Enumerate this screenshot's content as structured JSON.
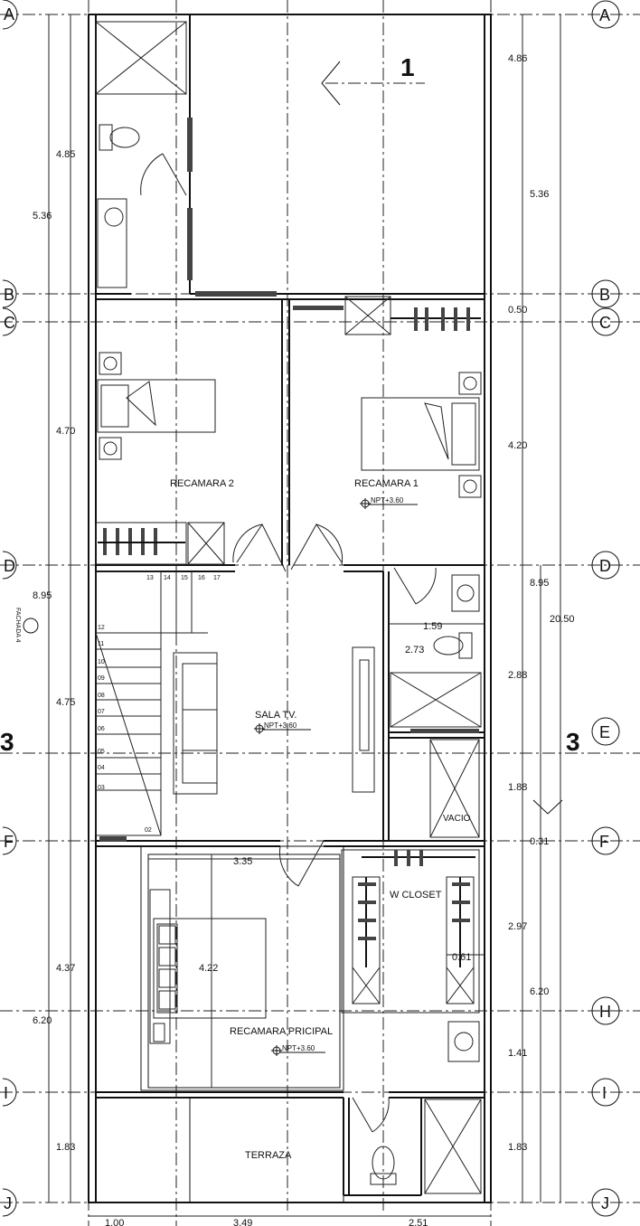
{
  "axes_letters": [
    "A",
    "B",
    "C",
    "D",
    "E",
    "F",
    "H",
    "I",
    "J"
  ],
  "section_mark": {
    "label_1": "1",
    "label_3": "3"
  },
  "rooms": {
    "recamara_2": "RECAMARA  2",
    "recamara_1": "RECAMARA  1",
    "sala_tv": "SALA  TV.",
    "vacio": "VACIO",
    "w_closet": "W  CLOSET",
    "recamara_principal": "RECAMARA  PRICIPAL",
    "terraza": "TERRAZA"
  },
  "levels": {
    "recamara_1": "NPT+3.60",
    "sala_tv": "NPT+3.60",
    "recamara_principal": "NPT+3.60"
  },
  "fachada_label": "FACHADA 4",
  "stair_numbers": [
    "02",
    "03",
    "04",
    "05",
    "06",
    "07",
    "08",
    "09",
    "10",
    "11",
    "12",
    "13",
    "14",
    "15",
    "16",
    "17"
  ],
  "dims_left_outer": [
    "4.85",
    "5.36",
    "4.70",
    "8.95",
    "4.75",
    "4.37",
    "6.20",
    "1.83"
  ],
  "dims_right": [
    "4.86",
    "5.36",
    "0.50",
    "4.20",
    "8.95",
    "20.50",
    "2.88",
    "1.88",
    "0.31",
    "2.97",
    "6.20",
    "1.41",
    "1.83"
  ],
  "dims_inner": [
    "1.59",
    "2.73",
    "3.35",
    "4.22",
    "0.61"
  ],
  "dims_bottom": [
    "1.00",
    "3.49",
    "2.51"
  ]
}
